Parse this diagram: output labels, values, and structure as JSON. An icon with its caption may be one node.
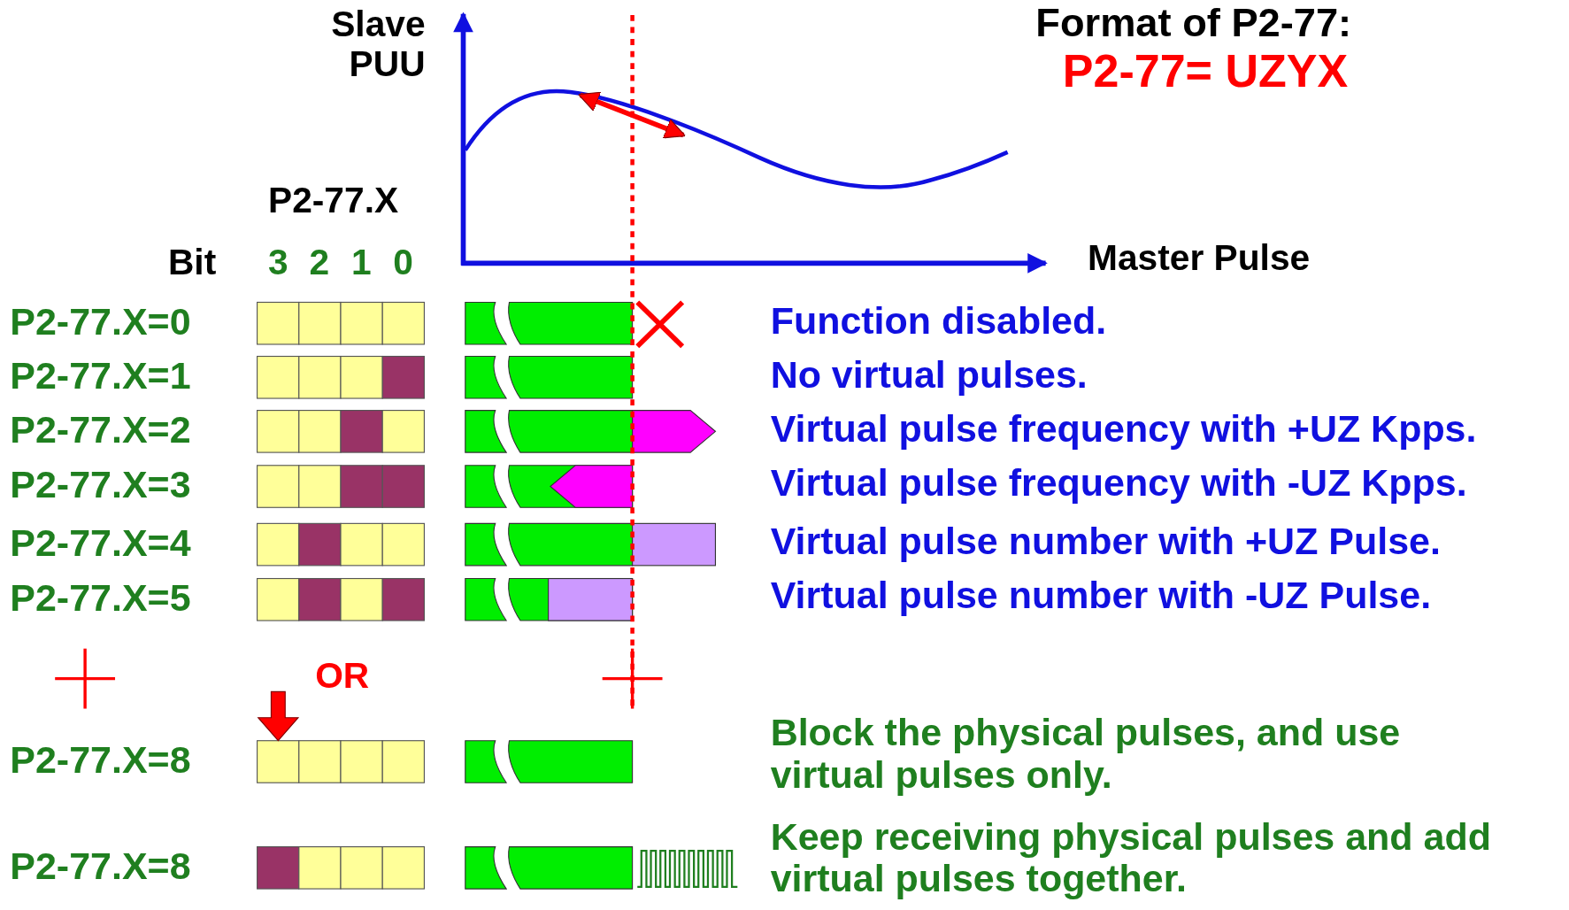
{
  "diagram": {
    "title": "Format of P2-77:",
    "labels": [
      "P2-77= UZYX",
      "Slave PUU",
      "P2-77.X",
      "Bit",
      "3",
      "2",
      "1",
      "0",
      "Master Pulse",
      "P2-77.X=0",
      "Function disabled.",
      "P2-77.X=1",
      "No virtual pulses.",
      "P2-77.X=2",
      "Virtual pulse frequency with +UZ Kpps.",
      "P2-77.X=3",
      "Virtual pulse frequency with -UZ Kpps.",
      "P2-77.X=4",
      "Virtual pulse number with +UZ Pulse.",
      "P2-77.X=5",
      "Virtual pulse number with -UZ Pulse.",
      "OR",
      "P2-77.X=8",
      "Block the physical pulses, and use virtual pulses only.",
      "P2-77.X=8",
      "Keep receiving physical pulses and add virtual pulses together."
    ]
  }
}
